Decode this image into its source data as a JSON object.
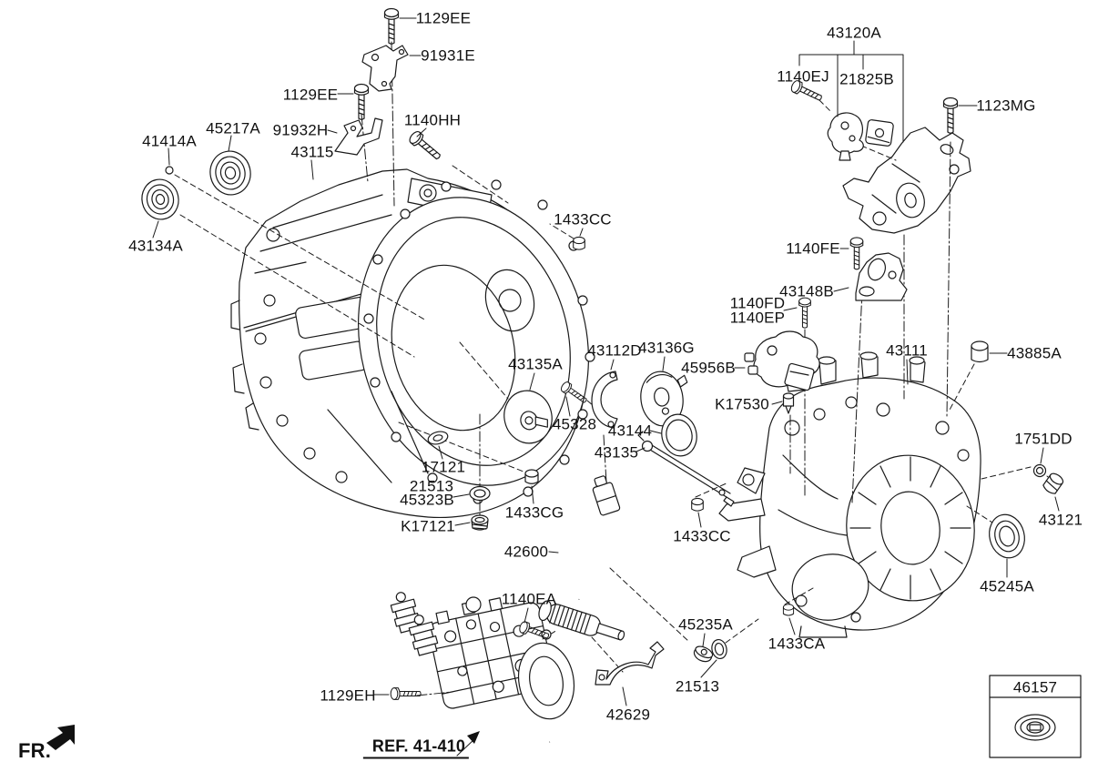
{
  "parts": {
    "p1129ee_a": "1129EE",
    "p91931e": "91931E",
    "p1129ee_b": "1129EE",
    "p91932h": "91932H",
    "p1140hh": "1140HH",
    "p45217a": "45217A",
    "p41414a": "41414A",
    "p43115": "43115",
    "p43134a": "43134A",
    "p43120a": "43120A",
    "p1140ej": "1140EJ",
    "p21825b": "21825B",
    "p1123mg": "1123MG",
    "p1433cc_a": "1433CC",
    "p1140fe": "1140FE",
    "p43148b": "43148B",
    "p1140fd": "1140FD",
    "p1140ep": "1140EP",
    "p43135a": "43135A",
    "p43112d": "43112D",
    "p43136g": "43136G",
    "p45956b": "45956B",
    "p43111": "43111",
    "p43885a": "43885A",
    "p45328": "45328",
    "p43144": "43144",
    "p43135": "43135",
    "pk17530": "K17530",
    "p1751dd": "1751DD",
    "p43121": "43121",
    "p17121": "17121",
    "p21513_a": "21513",
    "p45323b": "45323B",
    "pk17121": "K17121",
    "p1433cg": "1433CG",
    "p42600": "42600",
    "p1433cc_b": "1433CC",
    "p1140ea": "1140EA",
    "p45235a": "45235A",
    "p21513_b": "21513",
    "p42629": "42629",
    "p1433ca": "1433CA",
    "p45245a": "45245A",
    "p1129eh": "1129EH",
    "p46157": "46157"
  },
  "annotations": {
    "fr": "FR.",
    "ref": "REF. 41-410"
  }
}
